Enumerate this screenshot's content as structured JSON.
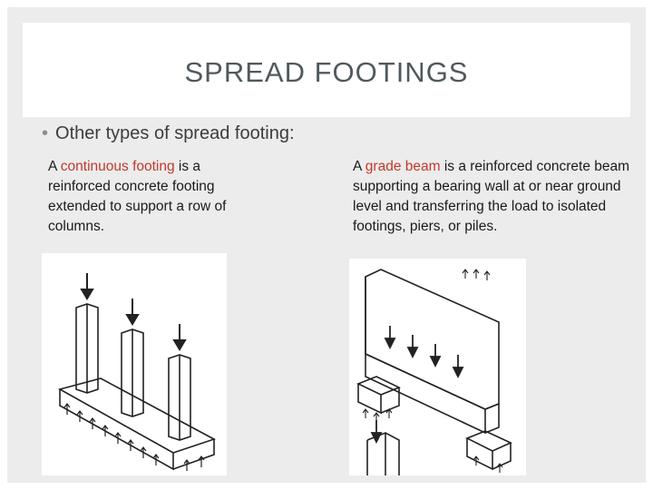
{
  "slide": {
    "title": "SPREAD FOOTINGS",
    "bullet_symbol": "•",
    "bullet_text": "Other types of spread footing:"
  },
  "left_column": {
    "prefix": "A ",
    "highlight": "continuous footing",
    "suffix": " is a reinforced concrete footing extended to support a row of columns.",
    "figure_icon": "continuous-footing-illustration"
  },
  "right_column": {
    "prefix": "A ",
    "highlight": "grade beam",
    "suffix": " is a reinforced concrete beam supporting a bearing wall at or near ground level and transferring the load to isolated footings, piers, or piles.",
    "figure_icon": "grade-beam-illustration"
  },
  "colors": {
    "highlight": "#c0392b",
    "background": "#ececec",
    "title_color": "#505a5e"
  }
}
